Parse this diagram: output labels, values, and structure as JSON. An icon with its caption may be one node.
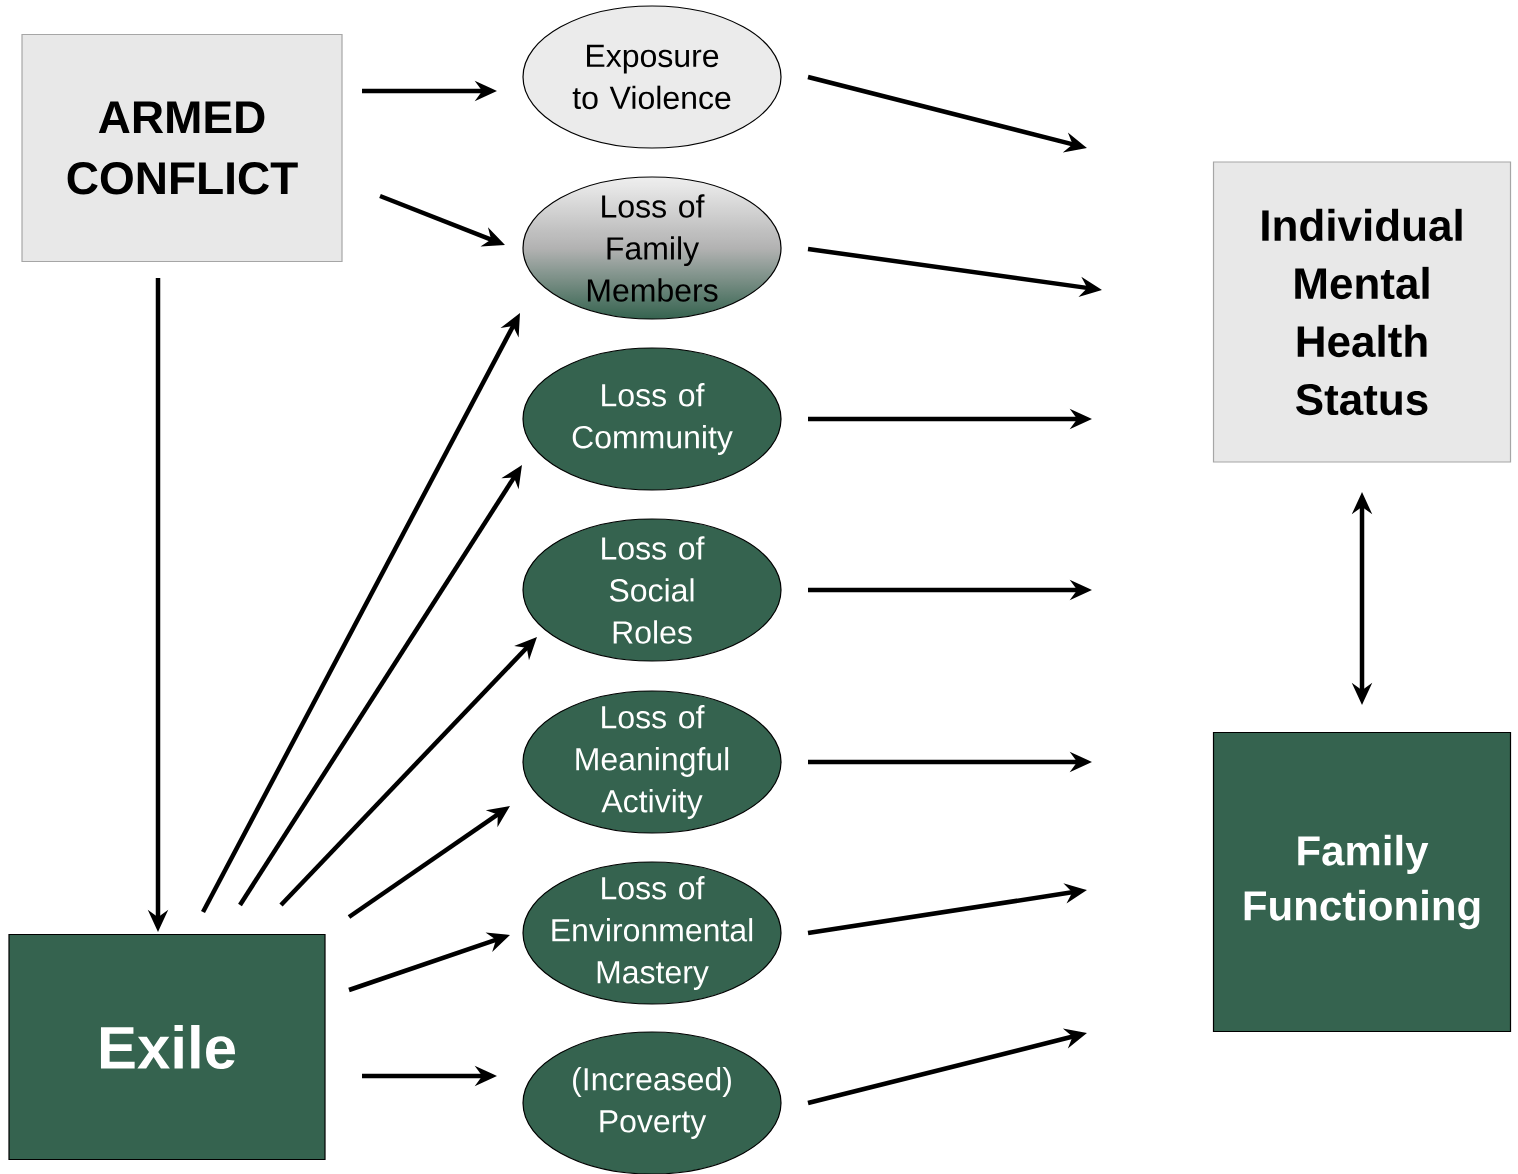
{
  "diagram": {
    "nodes": [
      {
        "text": [
          "ARMED CONFLICT"
        ]
      },
      {
        "text": [
          "Exposure to Violence"
        ]
      },
      {
        "text": [
          "Loss of Family Members"
        ]
      },
      {
        "text": [
          "Loss of Community"
        ]
      },
      {
        "text": [
          "Loss of Social Roles"
        ]
      },
      {
        "text": [
          "Loss of Meaningful Activity"
        ]
      },
      {
        "text": [
          "Loss of Environmental Mastery"
        ]
      },
      {
        "text": [
          "(Increased) Poverty"
        ]
      },
      {
        "text": [
          "Individual Mental Health Status"
        ]
      },
      {
        "text": [
          "Family Functioning"
        ]
      },
      {
        "text": [
          "Exile"
        ]
      }
    ],
    "edges": [
      {
        "from": 0,
        "to": 1,
        "arrow": "to"
      },
      {
        "from": 0,
        "to": 2,
        "arrow": "to"
      },
      {
        "from": 0,
        "to": 10,
        "arrow": "to"
      },
      {
        "from": 10,
        "to": 2,
        "arrow": "to"
      },
      {
        "from": 10,
        "to": 3,
        "arrow": "to"
      },
      {
        "from": 10,
        "to": 4,
        "arrow": "to"
      },
      {
        "from": 10,
        "to": 5,
        "arrow": "to"
      },
      {
        "from": 10,
        "to": 6,
        "arrow": "to"
      },
      {
        "from": 10,
        "to": 7,
        "arrow": "to"
      },
      {
        "from": 1,
        "to": null,
        "arrow": "to"
      },
      {
        "from": 2,
        "to": null,
        "arrow": "to"
      },
      {
        "from": 3,
        "to": null,
        "arrow": "to"
      },
      {
        "from": 4,
        "to": null,
        "arrow": "to"
      },
      {
        "from": 5,
        "to": null,
        "arrow": "to"
      },
      {
        "from": 6,
        "to": null,
        "arrow": "to"
      },
      {
        "from": 7,
        "to": null,
        "arrow": "to"
      },
      {
        "from": 8,
        "to": 9,
        "arrow": "both"
      }
    ]
  }
}
